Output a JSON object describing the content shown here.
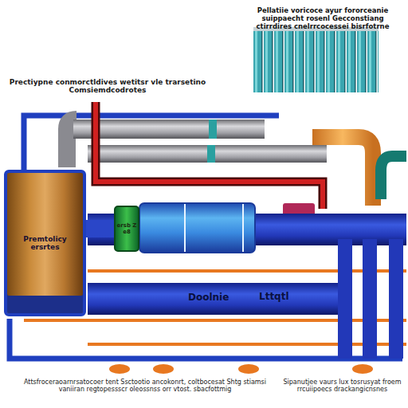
{
  "diagram": {
    "nodes": [
      {
        "text": [
          "Premtolicy ersrtes"
        ]
      },
      {
        "text": [
          "ersb Ze8"
        ]
      },
      {
        "text": [
          "Pellatiie voricoce ayur fororceanie suippaecht rosenl Gecconstiang ctirrdires cnelrrcocessei bisrfotrne"
        ]
      }
    ],
    "edges": [
      {
        "from": 0,
        "to": 1,
        "arrow": "none"
      }
    ],
    "labels": [
      "Prectiypne conmorctldives wetitsr vle trarsetino Comsiemdcodrotes",
      "Doolnie",
      "Lttqtl",
      "Attsfroceraoarnrsatocoer tent Ssctootio ancokonrt, coltbocesat Shtg stiamsi vaniiran regtopessscr oleossnss orr vtost. sbacfottmig",
      "Sipanutjee vaurs lux tosrusyat froem rrcuiipoecs drackangicnsnes"
    ]
  }
}
